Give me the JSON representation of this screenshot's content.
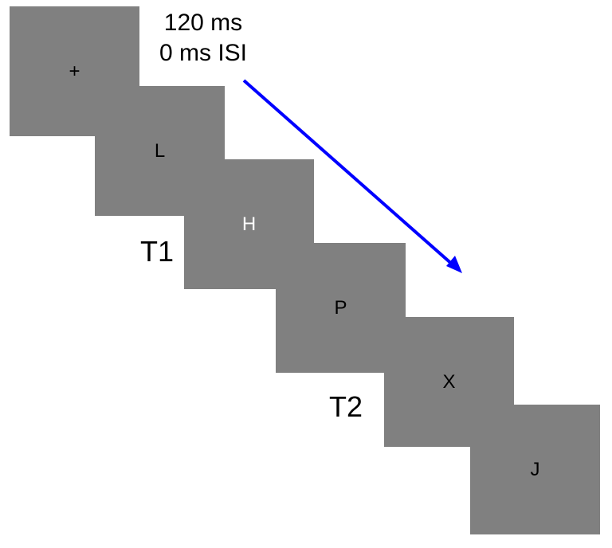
{
  "timing": {
    "duration": "120 ms",
    "isi": "0 ms ISI"
  },
  "frames": [
    {
      "label": "+",
      "color": "#000000"
    },
    {
      "label": "L",
      "color": "#000000"
    },
    {
      "label": "H",
      "color": "#ffffff"
    },
    {
      "label": "P",
      "color": "#000000"
    },
    {
      "label": "X",
      "color": "#000000"
    },
    {
      "label": "J",
      "color": "#000000"
    }
  ],
  "targets": {
    "t1": "T1",
    "t2": "T2"
  },
  "colors": {
    "frame_fill": "#808080",
    "arrow": "#0000ff",
    "background": "#ffffff"
  }
}
